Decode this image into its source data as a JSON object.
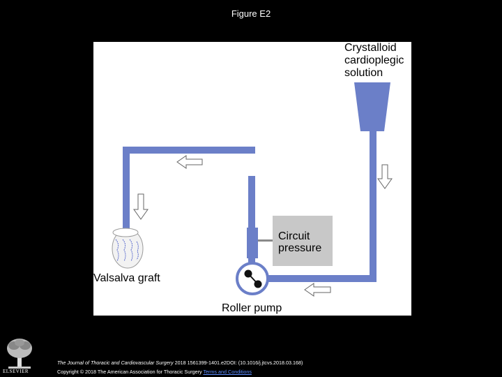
{
  "slide": {
    "title": "Figure E2"
  },
  "figure": {
    "labels": {
      "crystalloid": [
        "Crystalloid",
        "cardioplegic",
        "solution"
      ],
      "circuit_pressure": [
        "Circuit",
        "pressure"
      ],
      "valsalva_graft": "Valsalva graft",
      "roller_pump": "Roller pump"
    },
    "colors": {
      "tubing": "#6b7fc8",
      "pressure_box": "#c8c8c8",
      "background": "#ffffff"
    },
    "icons": [
      "down-arrow-icon",
      "left-arrow-icon",
      "roller-pump-icon",
      "graft-icon"
    ]
  },
  "footer": {
    "publisher_logo_text": "ELSEVIER",
    "citation_journal": "The Journal of Thoracic and Cardiovascular Surgery",
    "citation_rest": " 2018 1561399-1401.e2DOI: (10.1016/j.jtcvs.2018.03.168)",
    "copyright_prefix": "Copyright © 2018 The American Association for Thoracic Surgery ",
    "terms_link": "Terms and Conditions"
  }
}
